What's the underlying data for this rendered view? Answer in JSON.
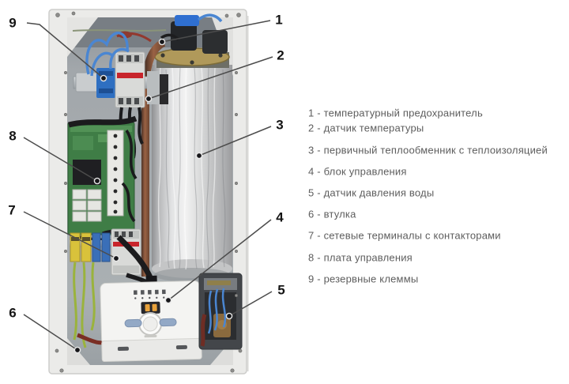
{
  "figure": {
    "description": "Электрический котёл — внутреннее устройство",
    "accent_colors": {
      "cabinet_white": "#ebebe9",
      "interior_gray": "#a2a7ab",
      "foil_silver": "#e2e3e4",
      "pcb_green": "#3f7d46",
      "copper": "#9a6244",
      "wire_blue": "#4a86d2",
      "contactor_red": "#c8242b",
      "terminal_yellow": "#d9c23b",
      "legend_text": "#5d5d5d"
    }
  },
  "callouts": {
    "labels": [
      "1",
      "2",
      "3",
      "4",
      "5",
      "6",
      "7",
      "8",
      "9"
    ]
  },
  "legend": {
    "items": [
      "1 - температурный предохранитель",
      "2 - датчик температуры",
      "3 - первичный теплообменник с теплоизоляцией",
      "4 - блок управления",
      "5 - датчик давления воды",
      "6 - втулка",
      "7 - сетевые терминалы с контакторами",
      "8 - плата управления",
      "9 - резервные клеммы"
    ]
  }
}
